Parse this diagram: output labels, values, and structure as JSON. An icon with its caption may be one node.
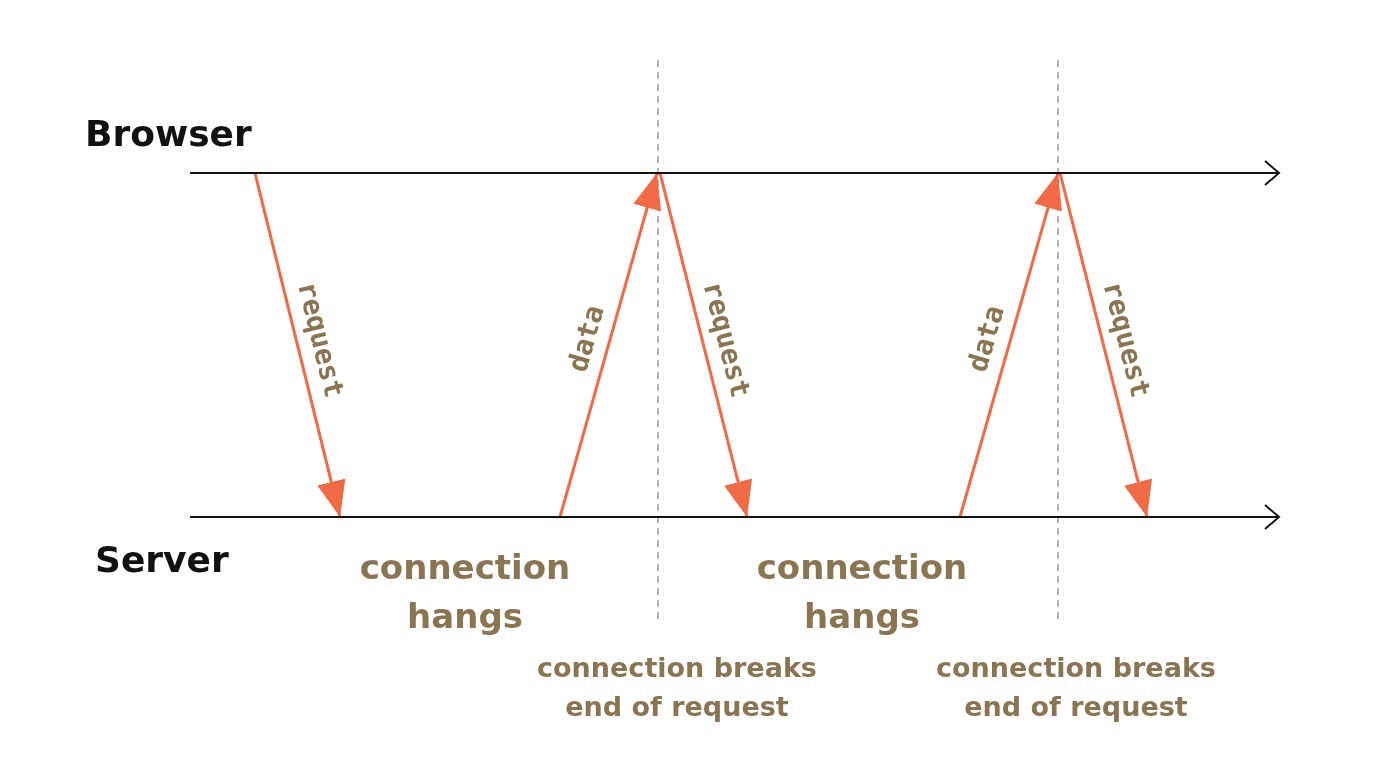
{
  "diagram": {
    "nodes": [
      {
        "text": [
          "Browser"
        ]
      },
      {
        "text": [
          "Server"
        ]
      }
    ],
    "edges": [
      {
        "from": 0,
        "to": 1,
        "arrow": "to",
        "label": "request"
      },
      {
        "from": 1,
        "to": 0,
        "arrow": "to",
        "label": "data"
      },
      {
        "from": 0,
        "to": 1,
        "arrow": "to",
        "label": "request"
      },
      {
        "from": 1,
        "to": 0,
        "arrow": "to",
        "label": "data"
      },
      {
        "from": 0,
        "to": 1,
        "arrow": "to",
        "label": "request"
      }
    ],
    "labels": [
      "connection hangs",
      "connection hangs",
      "connection breaks end of request",
      "connection breaks end of request"
    ]
  }
}
